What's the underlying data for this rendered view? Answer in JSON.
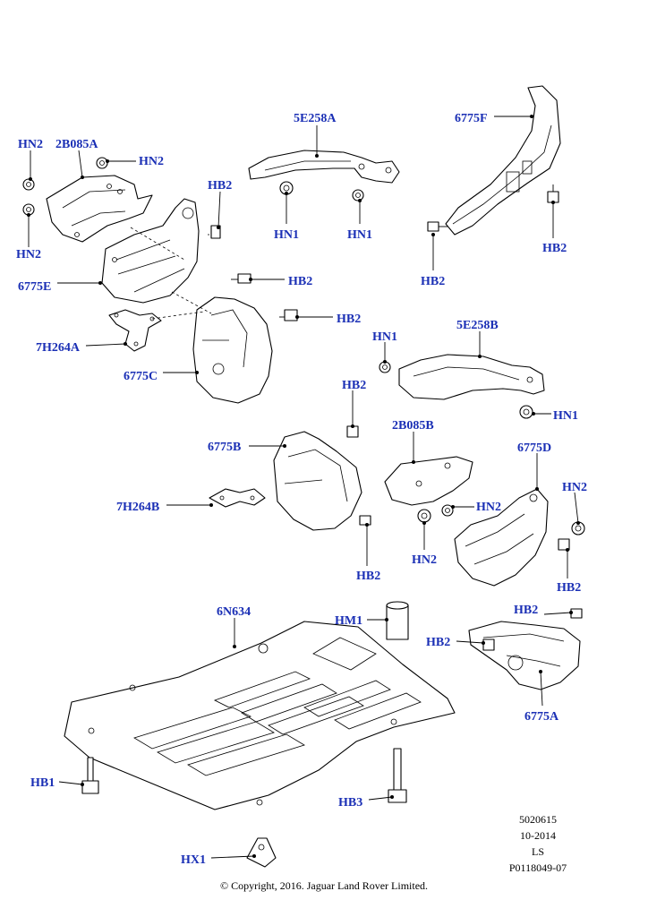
{
  "callouts": {
    "hn2_a": "HN2",
    "p2b085a": "2B085A",
    "hn2_b": "HN2",
    "hn2_c": "HN2",
    "p6775e": "6775E",
    "p7h264a": "7H264A",
    "p6775c": "6775C",
    "hb2_a": "HB2",
    "hb2_b": "HB2",
    "hb2_c": "HB2",
    "p5e258a": "5E258A",
    "hn1_a": "HN1",
    "hn1_b": "HN1",
    "p6775f": "6775F",
    "hb2_d": "HB2",
    "hb2_e": "HB2",
    "hn1_c": "HN1",
    "p5e258b": "5E258B",
    "hn1_d": "HN1",
    "hb2_f": "HB2",
    "p2b085b": "2B085B",
    "p6775b": "6775B",
    "p6775d": "6775D",
    "hn2_d": "HN2",
    "hn2_e": "HN2",
    "p7h264b": "7H264B",
    "hn2_f": "HN2",
    "hb2_g": "HB2",
    "hb2_h": "HB2",
    "p6n634": "6N634",
    "hm1": "HM1",
    "hb2_i": "HB2",
    "hb2_j": "HB2",
    "p6775a": "6775A",
    "hb1": "HB1",
    "hb3": "HB3",
    "hx1": "HX1"
  },
  "meta": {
    "ref": "5020615",
    "date": "10-2014",
    "code": "LS",
    "pnum": "P0118049-07"
  },
  "copyright": "© Copyright, 2016. Jaguar Land Rover Limited."
}
